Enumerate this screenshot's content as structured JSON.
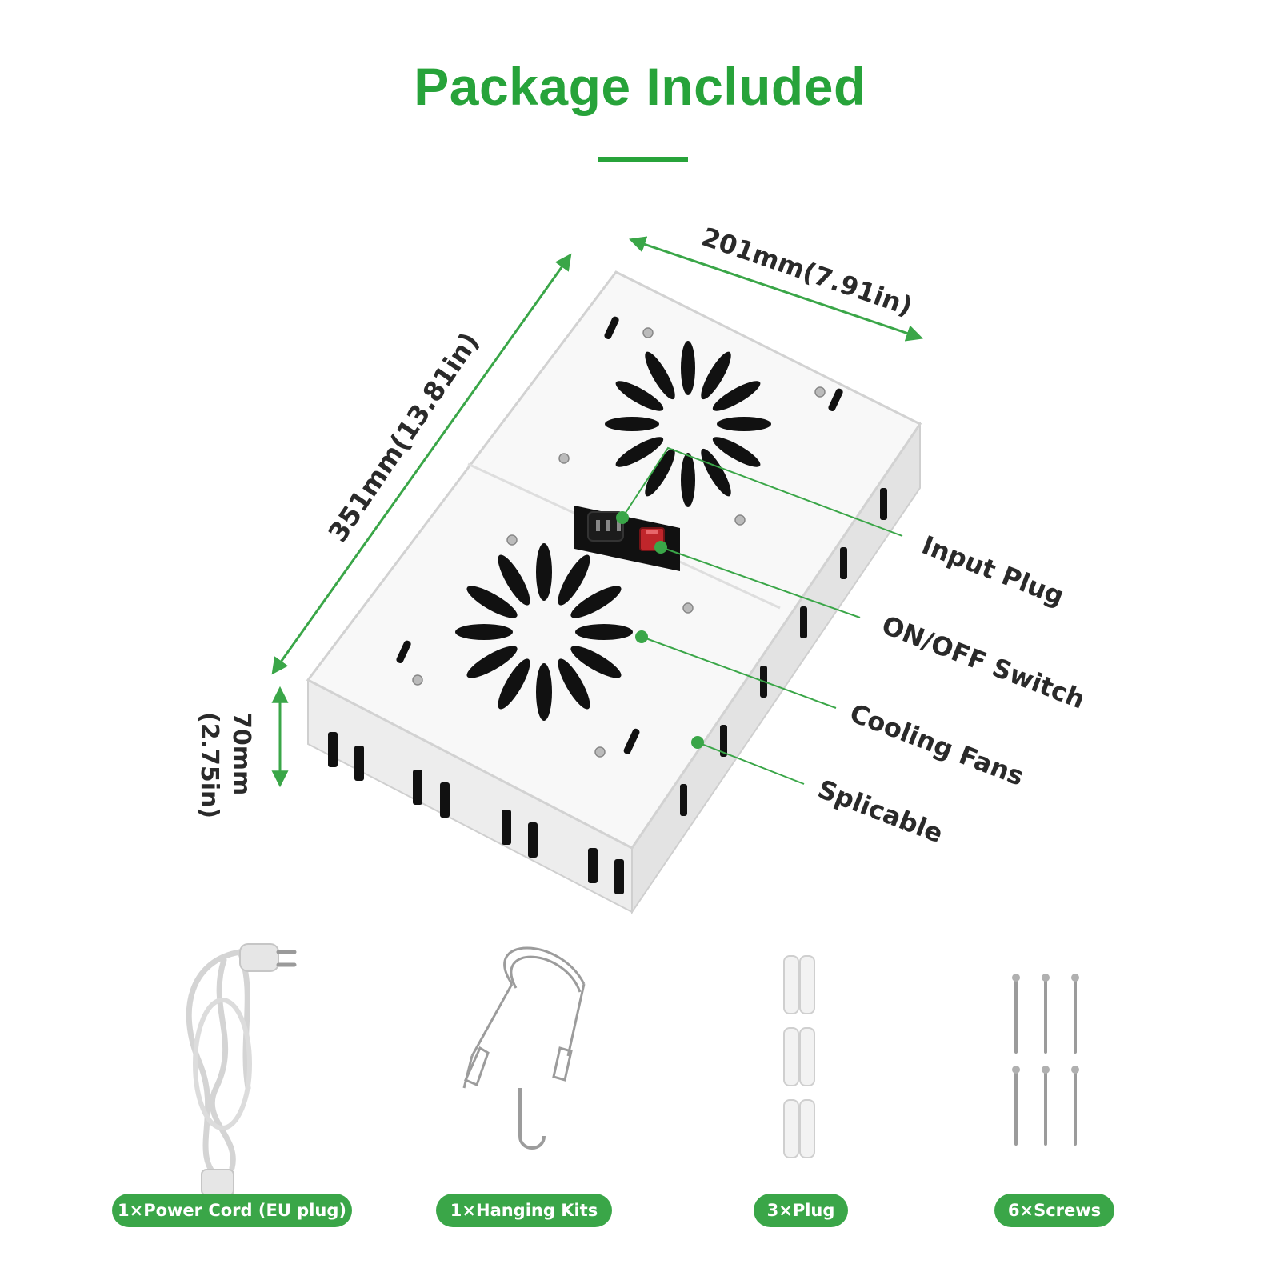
{
  "title": "Package Included",
  "colors": {
    "accent": "#27a33a",
    "pill": "#3aa648",
    "dim_line": "#3aa648",
    "text": "#2a2a2a"
  },
  "dimensions": {
    "width": "201mm(7.91in)",
    "length": "351mm(13.81in)",
    "height_mm": "70mm",
    "height_in": "(2.75in)"
  },
  "callouts": [
    {
      "label": "Input Plug"
    },
    {
      "label": "ON/OFF Switch"
    },
    {
      "label": "Cooling Fans"
    },
    {
      "label": "Splicable"
    }
  ],
  "items": [
    {
      "label": "1×Power Cord (EU plug)",
      "icon": "power-cord-icon"
    },
    {
      "label": "1×Hanging Kits",
      "icon": "hanging-kit-icon"
    },
    {
      "label": "3×Plug",
      "icon": "wall-plug-icon"
    },
    {
      "label": "6×Screws",
      "icon": "screw-icon"
    }
  ]
}
